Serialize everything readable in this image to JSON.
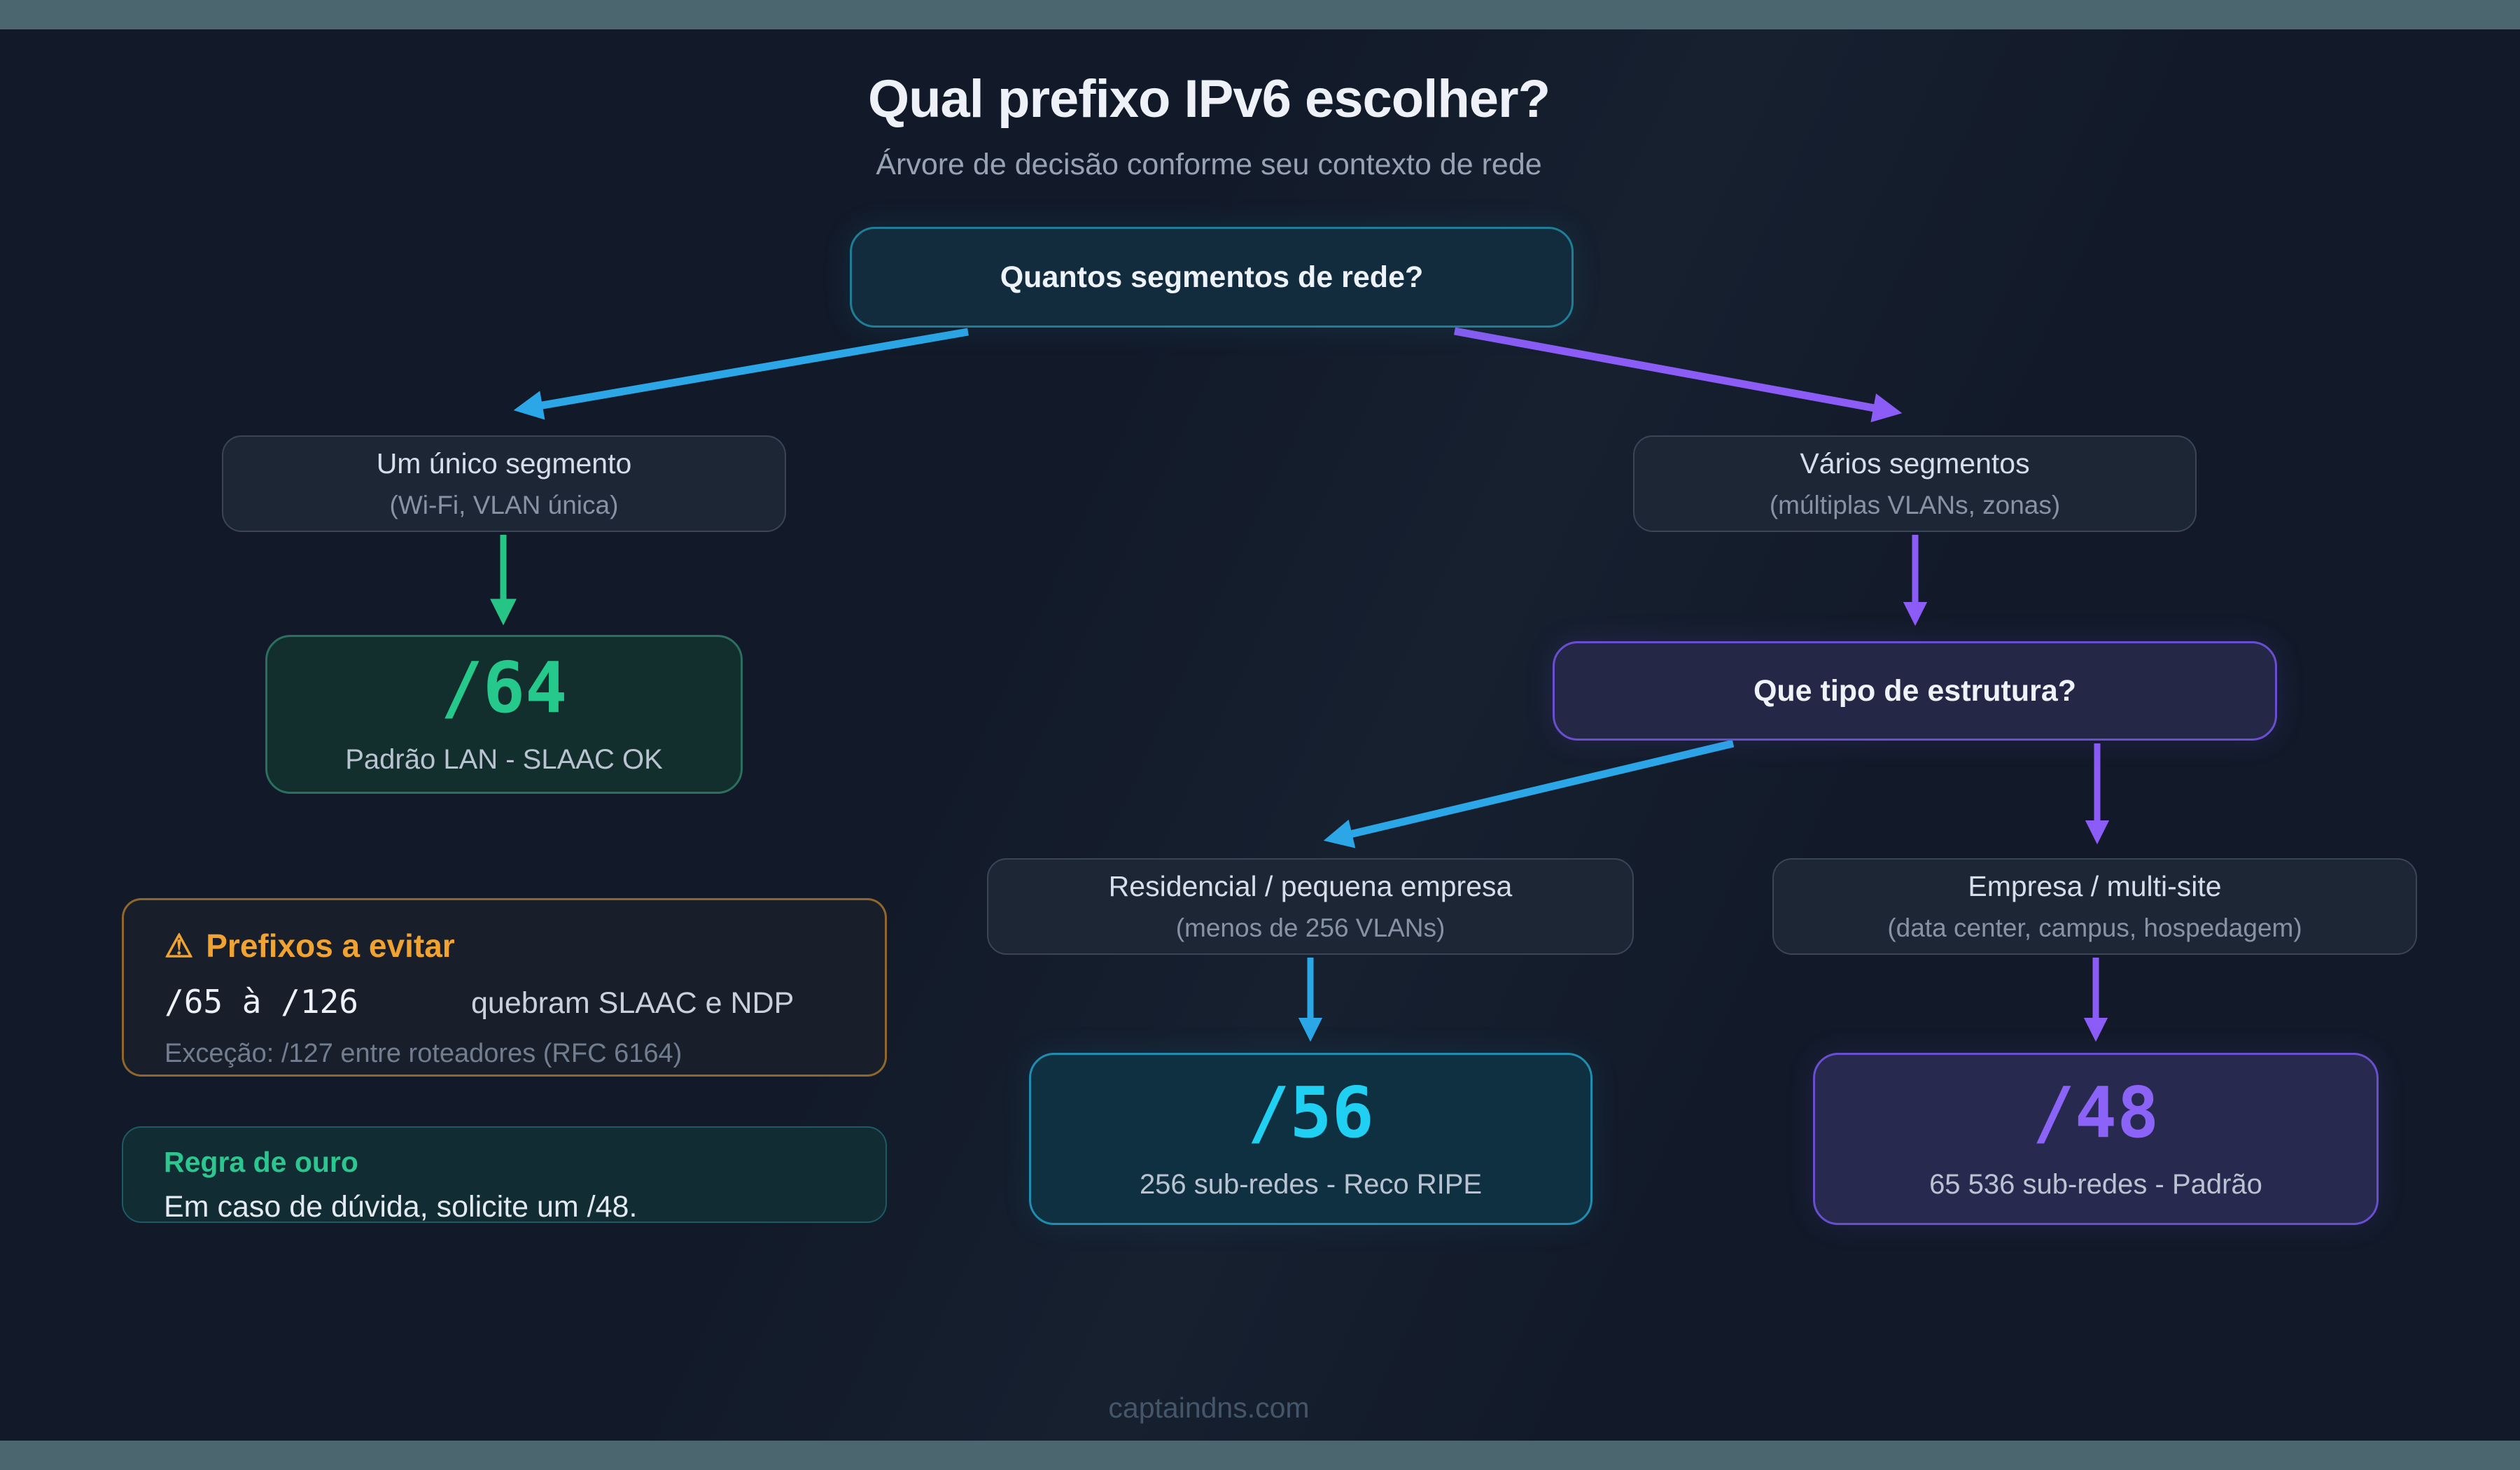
{
  "page": {
    "title": "Qual prefixo IPv6 escolher?",
    "subtitle": "Árvore de decisão conforme seu contexto de rede",
    "footer": "captaindns.com"
  },
  "tree": {
    "root_question": {
      "label": "Quantos segmentos de rede?"
    },
    "branch_single_segment": {
      "label": "Um único segmento",
      "sublabel": "(Wi-Fi, VLAN única)"
    },
    "result_64": {
      "prefix": "/64",
      "description": "Padrão LAN - SLAAC OK"
    },
    "branch_multi_segment": {
      "label": "Vários segmentos",
      "sublabel": "(múltiplas VLANs, zonas)"
    },
    "structure_question": {
      "label": "Que tipo de estrutura?"
    },
    "branch_residential": {
      "label": "Residencial / pequena empresa",
      "sublabel": "(menos de 256 VLANs)"
    },
    "result_56": {
      "prefix": "/56",
      "description": "256 sub-redes - Reco RIPE"
    },
    "branch_enterprise": {
      "label": "Empresa / multi-site",
      "sublabel": "(data center, campus, hospedagem)"
    },
    "result_48": {
      "prefix": "/48",
      "description": "65 536 sub-redes - Padrão"
    }
  },
  "warning_box": {
    "icon": "⚠",
    "title": "Prefixos a evitar",
    "range": "/65 à /126",
    "consequence": "quebram SLAAC e NDP",
    "exception": "Exceção: /127 entre roteadores (RFC 6164)"
  },
  "golden_rule": {
    "title": "Regra de ouro",
    "text": "Em caso de dúvida, solicite um /48."
  },
  "colors": {
    "blue_arrow": "#2ba7e8",
    "purple_arrow": "#8b5cf6",
    "green_arrow": "#26c586",
    "teal_accent": "#1f7e95",
    "green_accent": "#25c98b",
    "cyan_accent": "#1fd0f2",
    "purple_accent": "#8c63f7",
    "orange_accent": "#f0a330",
    "bar_color": "#4c6670"
  }
}
